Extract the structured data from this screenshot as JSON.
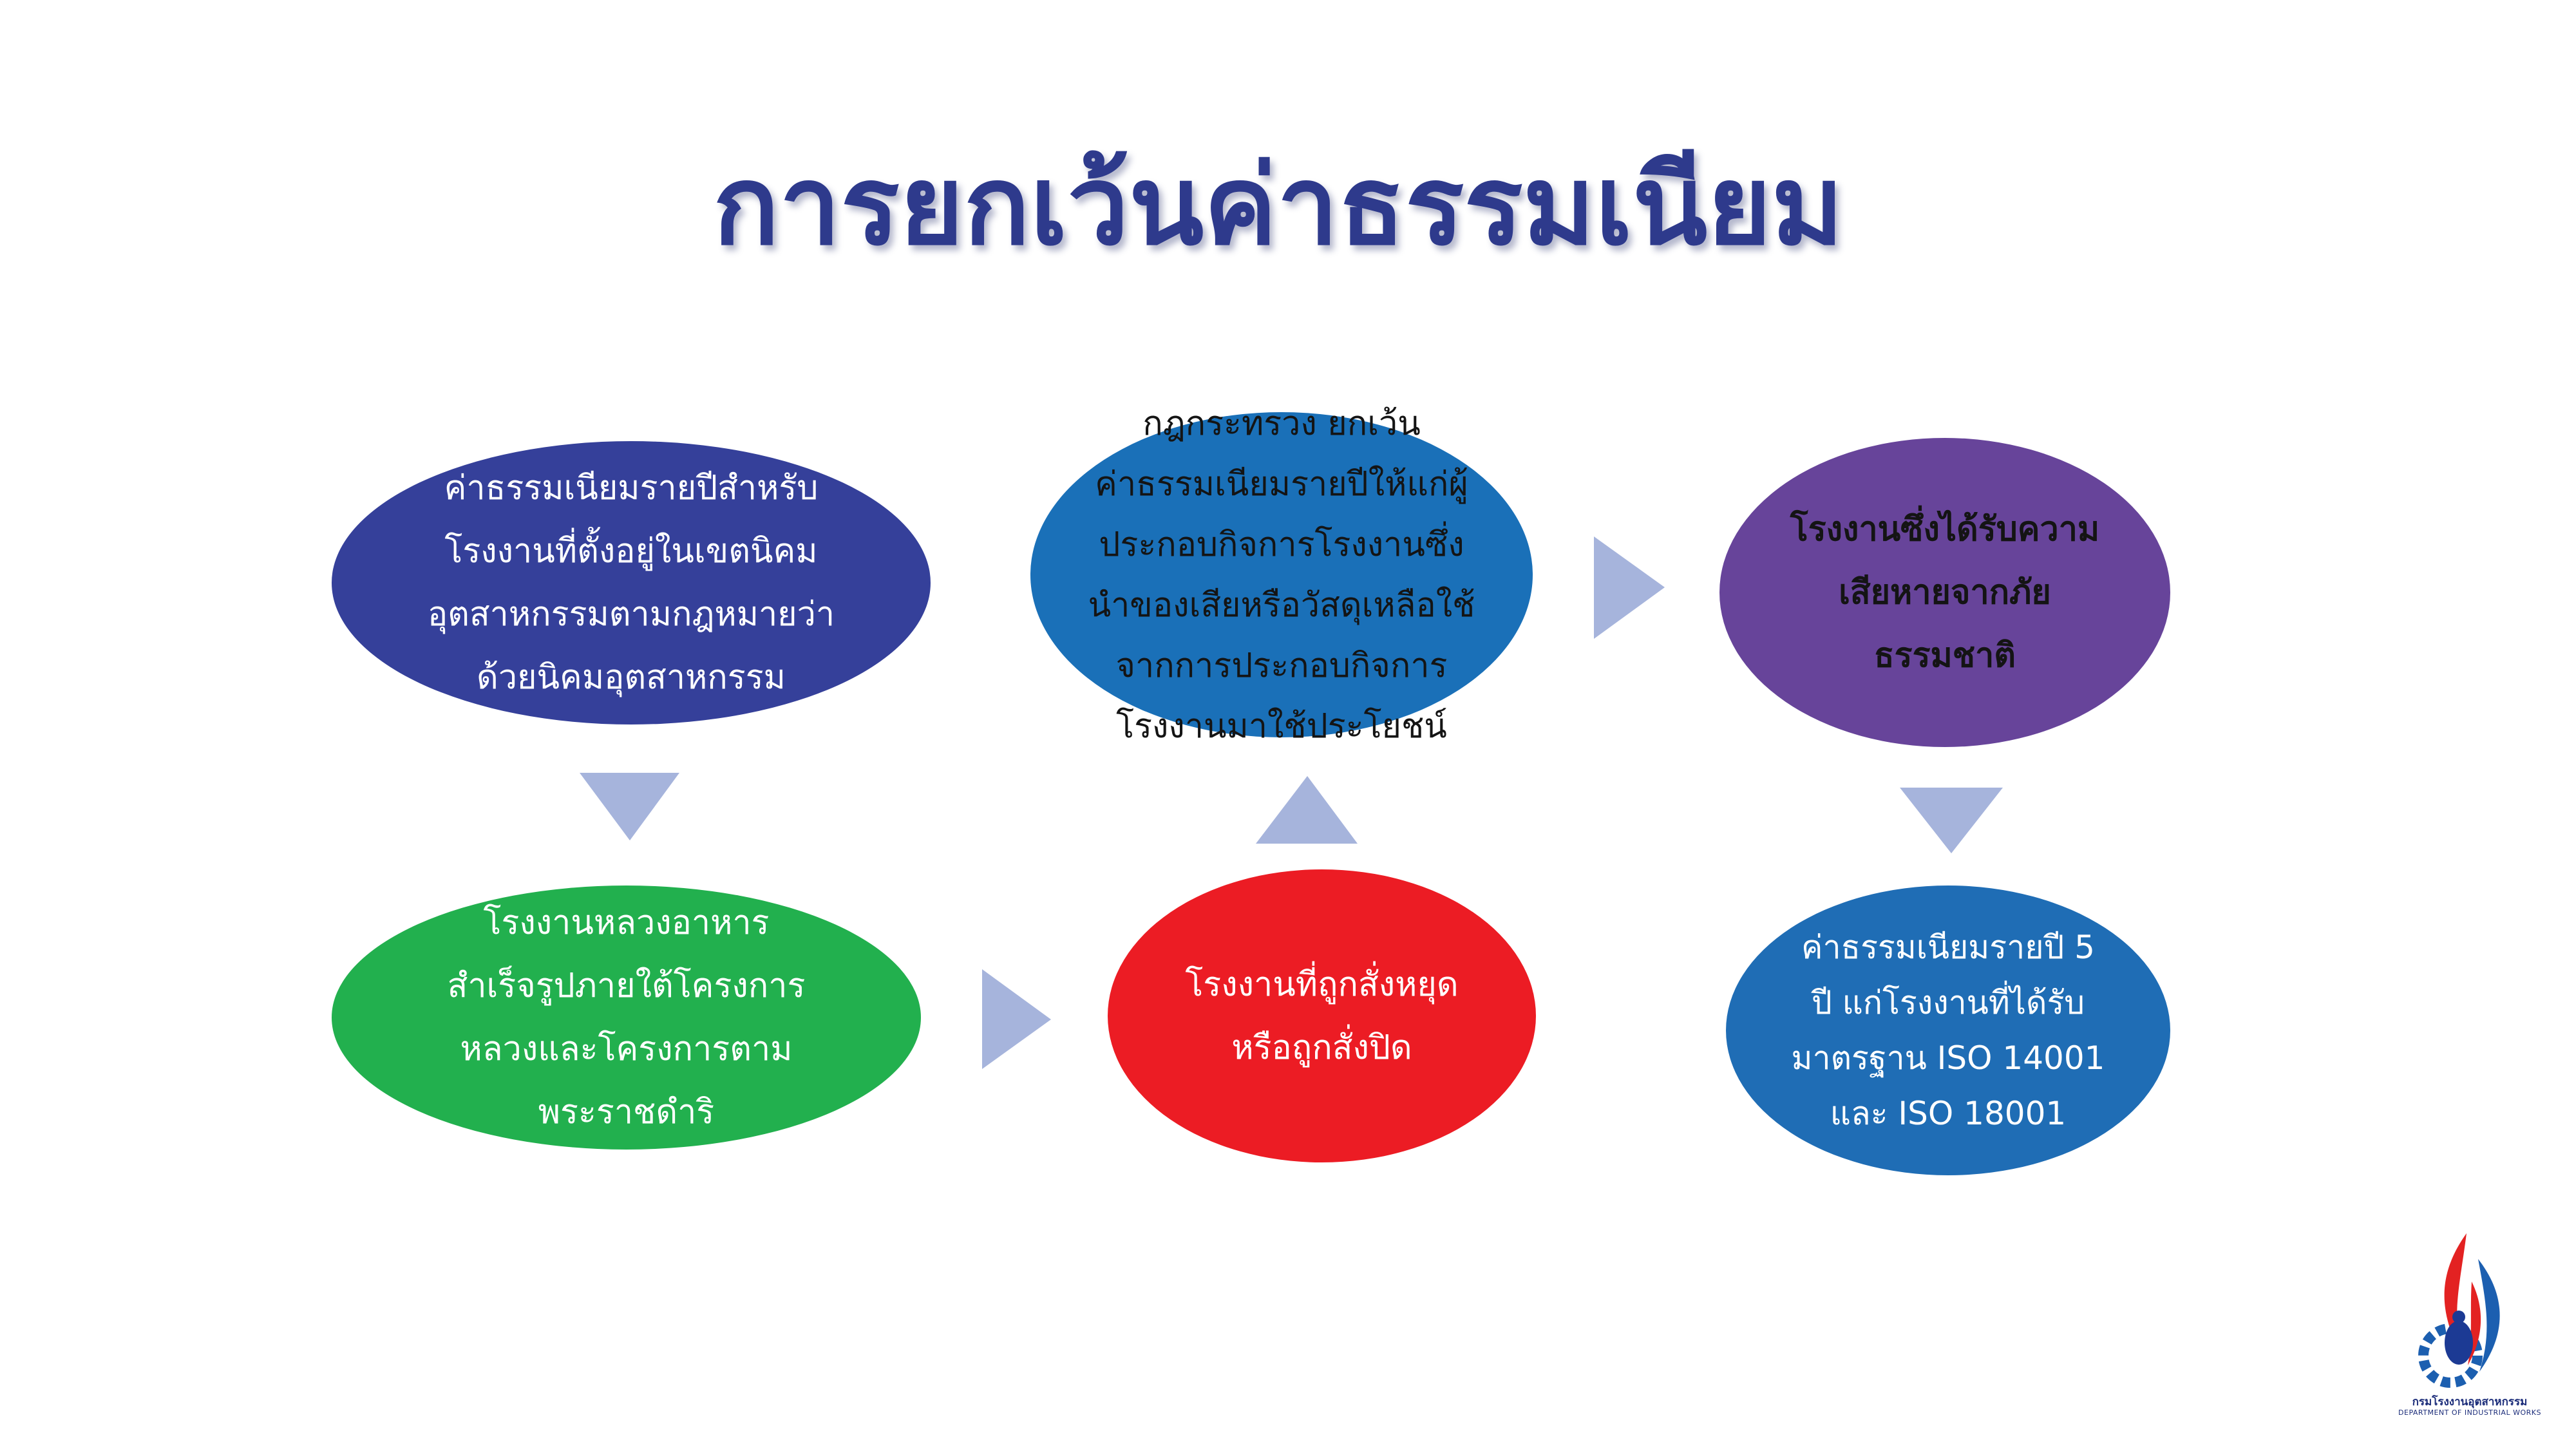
{
  "slide": {
    "title": "การยกเว้นค่าธรรมเนียม"
  },
  "colors": {
    "title": "#2e3a8c",
    "node_indigo": "#35409a",
    "node_green": "#22b04e",
    "node_red": "#ec1c24",
    "node_blue": "#1a70b8",
    "node_purple": "#67449a",
    "node_blue2": "#1f6db5",
    "arrow": "#a6b4dc"
  },
  "nodes": [
    {
      "id": "n1",
      "text": "ค่าธรรมเนียมรายปีสำหรับ\nโรงงานที่ตั้งอยู่ในเขตนิคม\nอุตสาหกรรมตามกฎหมายว่า\nด้วยนิคมอุตสาหกรรม",
      "color": "#35409a"
    },
    {
      "id": "n2",
      "text": "โรงงานหลวงอาหาร\nสำเร็จรูปภายใต้โครงการ\nหลวงและโครงการตาม\nพระราชดำริ",
      "color": "#22b04e"
    },
    {
      "id": "n3",
      "text": "โรงงานที่ถูกสั่งหยุด\nหรือถูกสั่งปิด",
      "color": "#ec1c24"
    },
    {
      "id": "n4",
      "text": "กฎกระทรวง ยกเว้น\nค่าธรรมเนียมรายปีให้แก่ผู้\nประกอบกิจการโรงงานซึ่ง\nนำของเสียหรือวัสดุเหลือใช้\nจากการประกอบกิจการ\nโรงงานมาใช้ประโยชน์",
      "color": "#1a70b8"
    },
    {
      "id": "n5",
      "text": "โรงงานซึ่งได้รับความ\nเสียหายจากภัย\nธรรมชาติ",
      "color": "#67449a"
    },
    {
      "id": "n6",
      "text": "ค่าธรรมเนียมรายปี 5\nปี แก่โรงงานที่ได้รับ\nมาตรฐาน ISO 14001\nและ ISO 18001",
      "color": "#1f6db5"
    }
  ],
  "icons": {
    "flow_arrow": "triangle-arrow-icon",
    "logo": "diw-logo-icon"
  },
  "logo": {
    "name_th": "กรมโรงงานอุตสาหกรรม",
    "name_en": "DEPARTMENT OF INDUSTRIAL WORKS"
  }
}
